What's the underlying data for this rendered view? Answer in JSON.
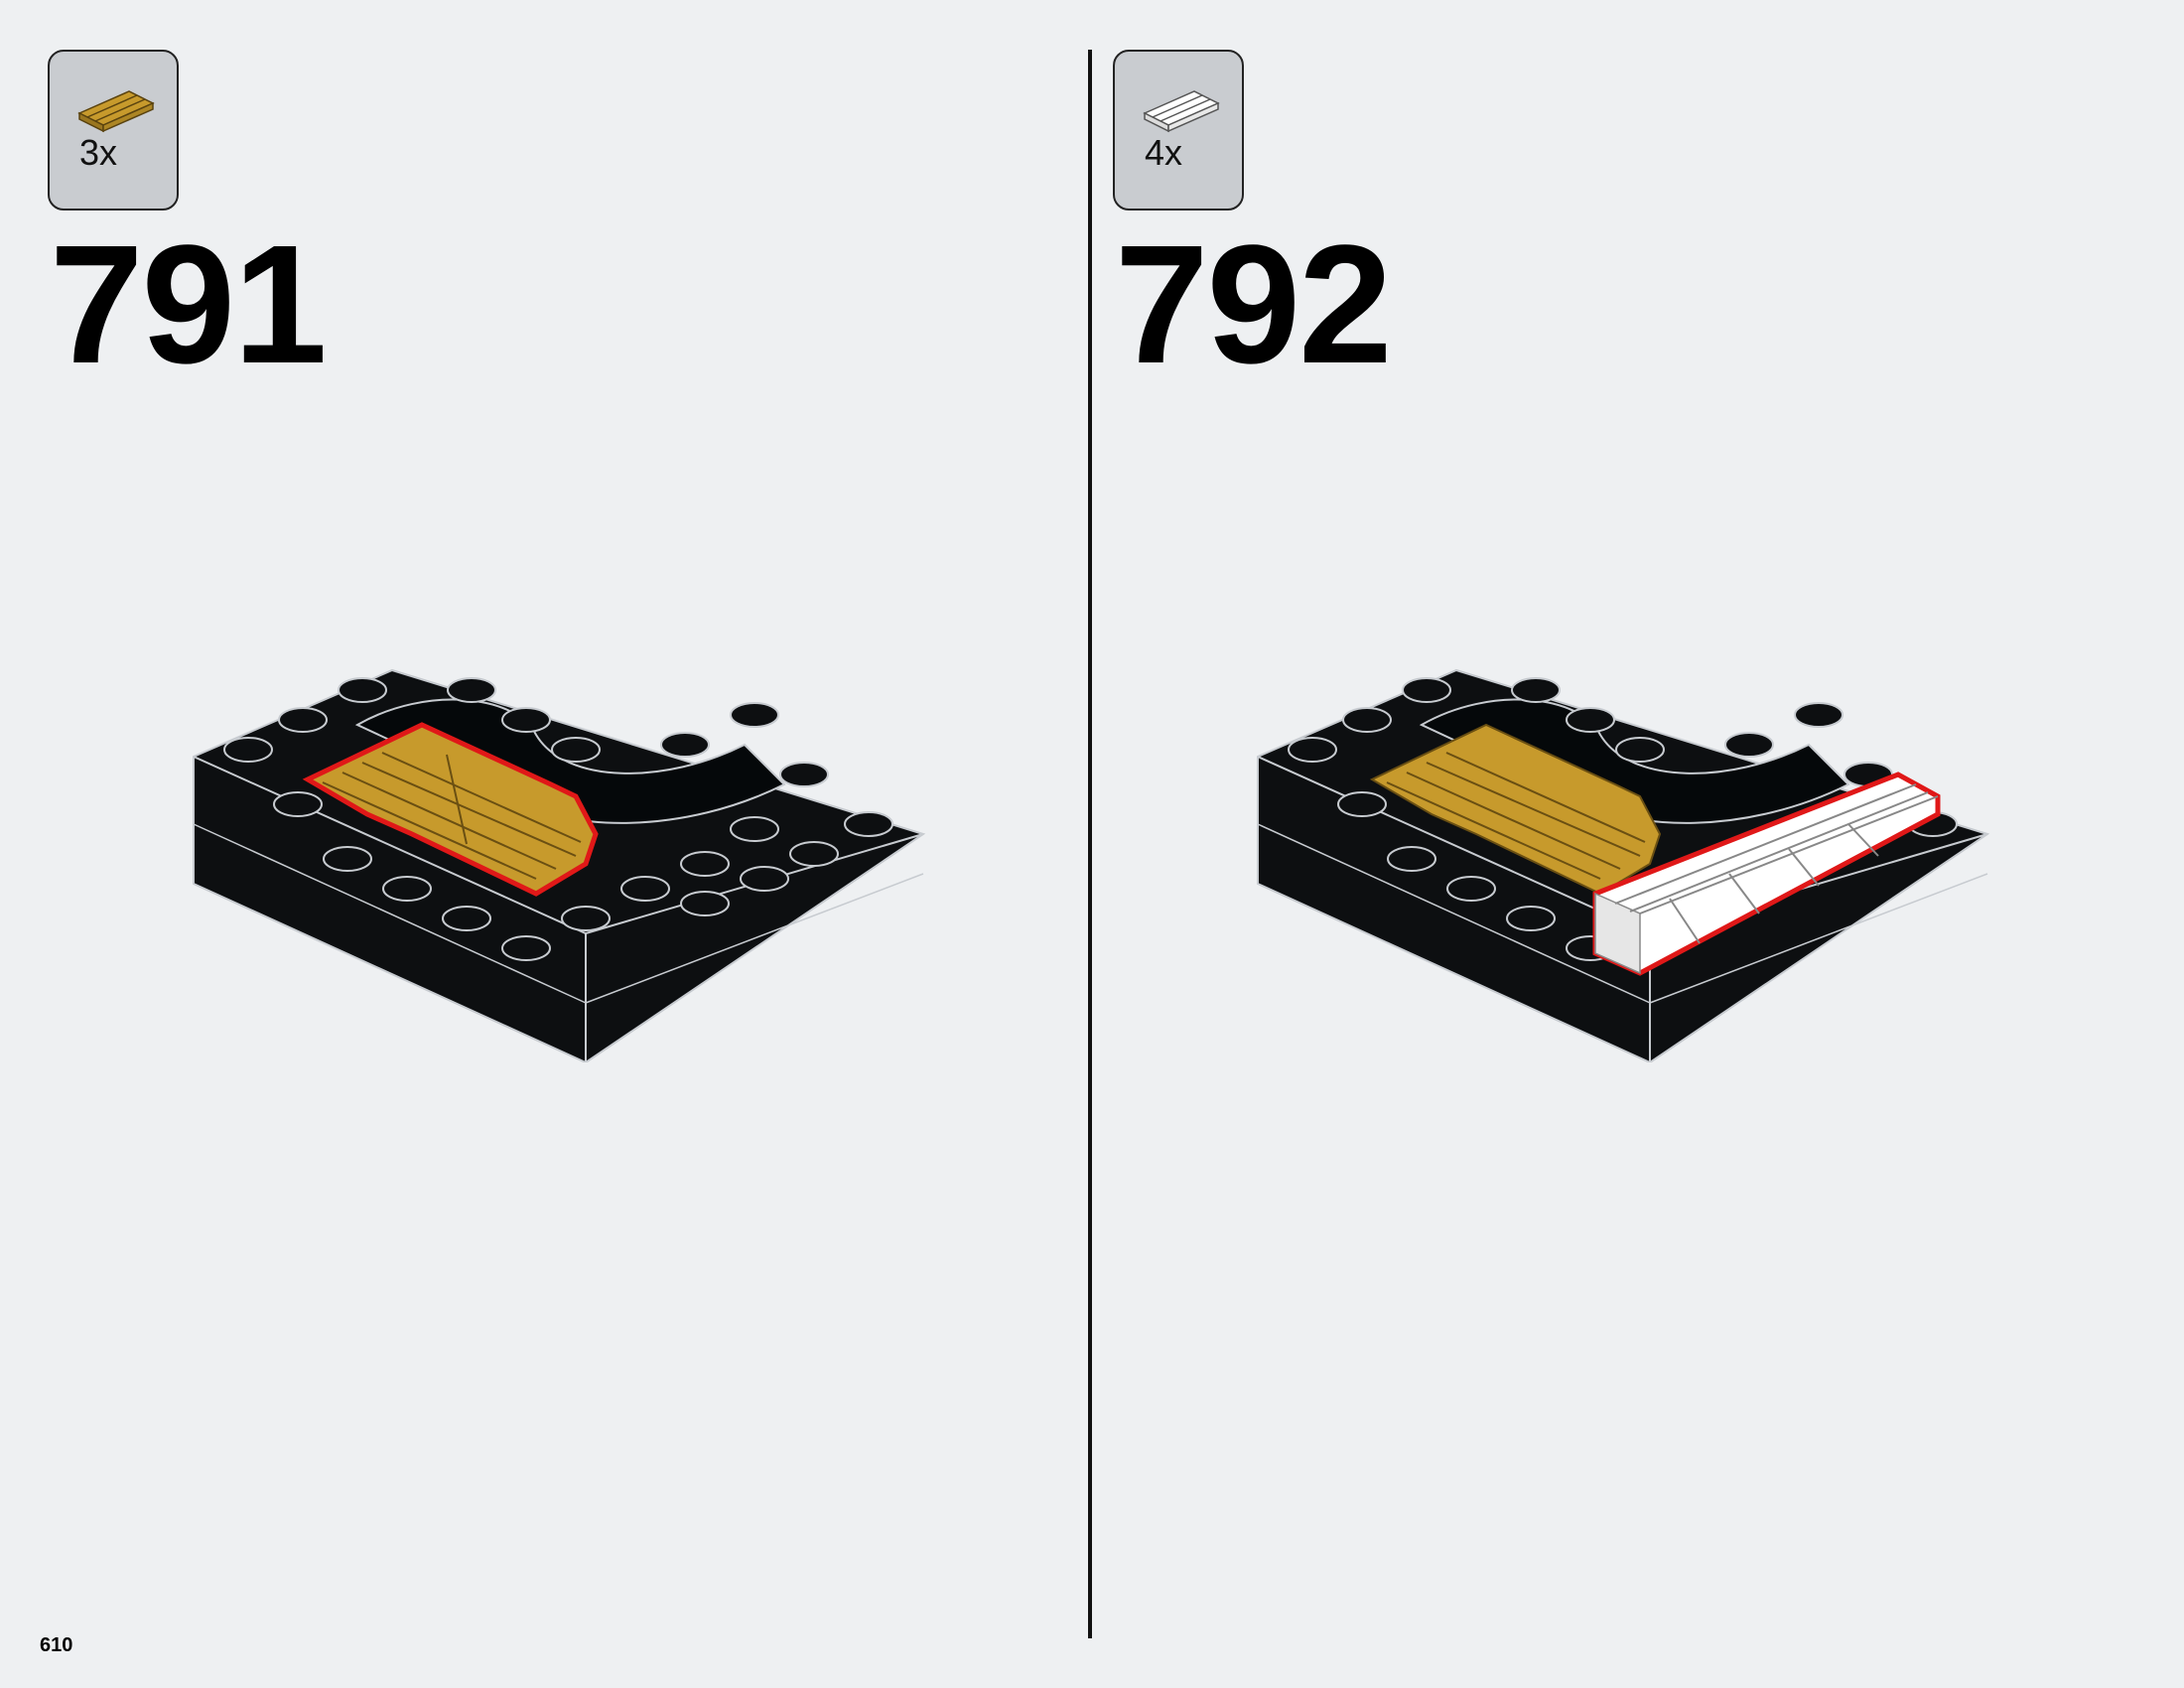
{
  "steps": [
    {
      "number": "791",
      "part": {
        "quantity": "3x",
        "color": "#c79a2c",
        "icon": "tile-grille-1x4-icon"
      }
    },
    {
      "number": "792",
      "part": {
        "quantity": "4x",
        "color": "#ffffff",
        "icon": "tile-grille-1x4-icon"
      }
    }
  ],
  "page_number": "610",
  "colors": {
    "background": "#eef0f2",
    "brick": "#0d0f11",
    "highlight": "#e01818",
    "gold": "#c79a2c"
  }
}
